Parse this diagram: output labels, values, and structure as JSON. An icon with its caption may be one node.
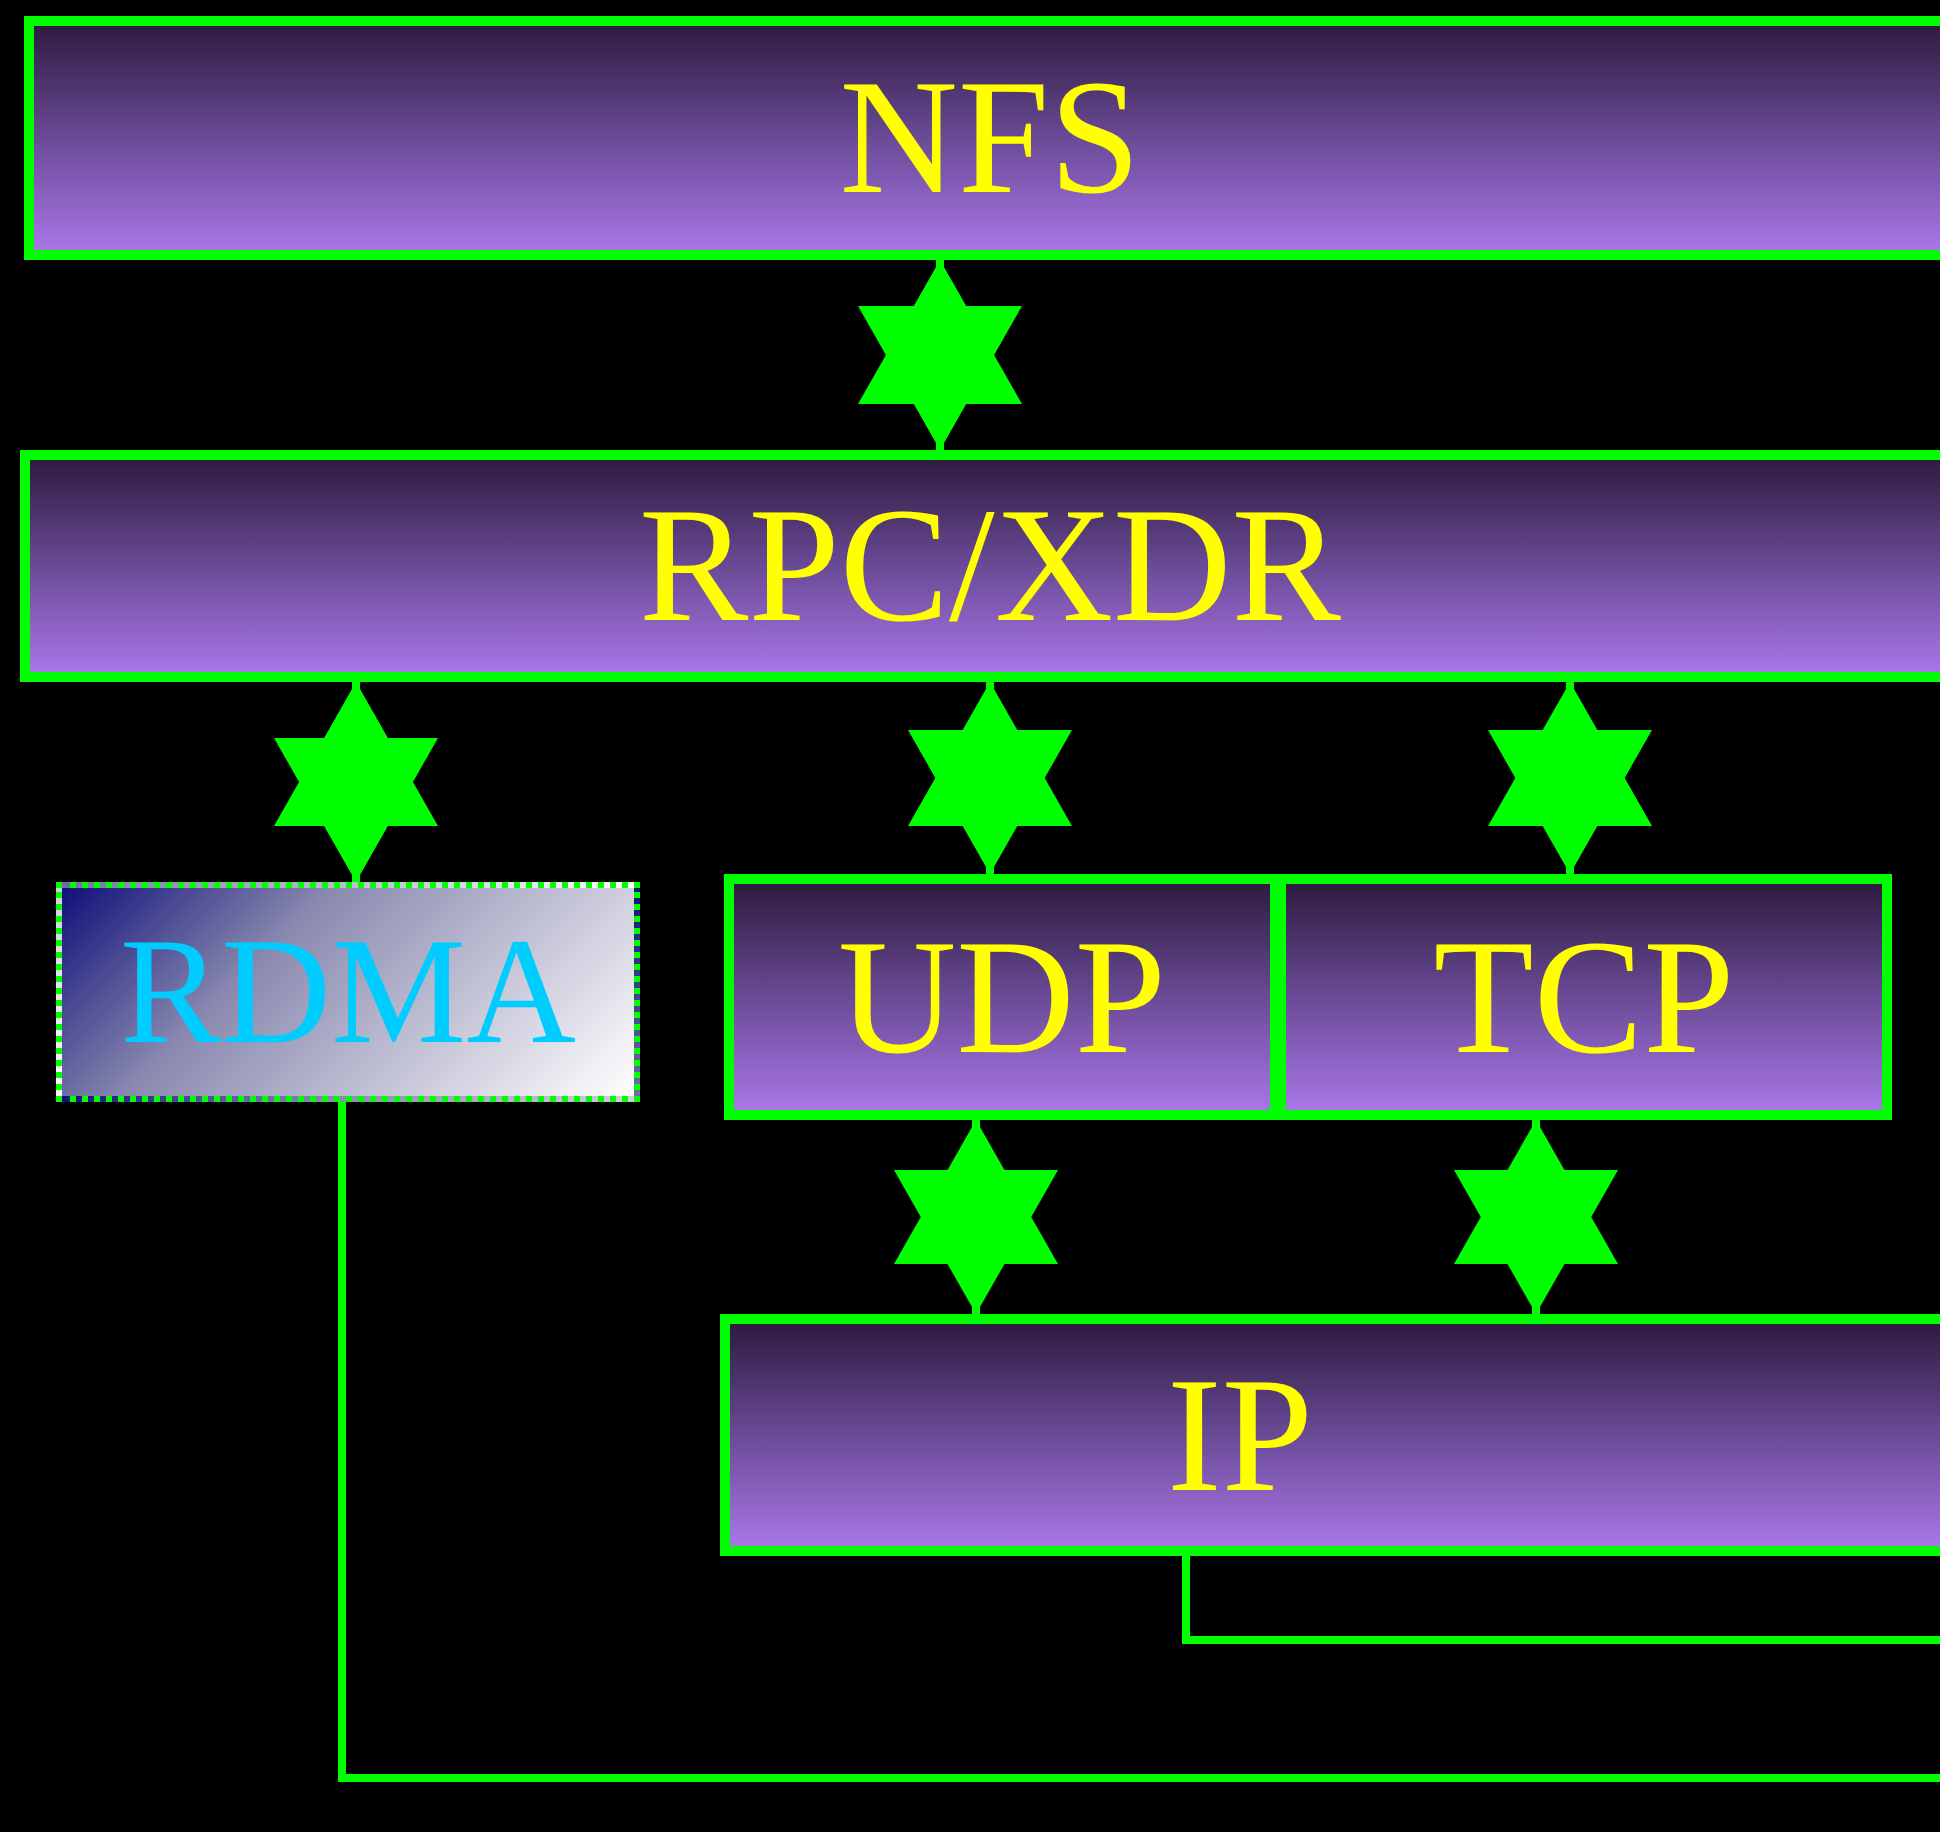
{
  "diagram": {
    "nodes": [
      {
        "text": [
          "NFS"
        ]
      },
      {
        "text": [
          "RPC/XDR"
        ]
      },
      {
        "text": [
          "RDMA"
        ]
      },
      {
        "text": [
          "UDP"
        ]
      },
      {
        "text": [
          "TCP"
        ]
      },
      {
        "text": [
          "IP"
        ]
      }
    ],
    "edges": [
      {
        "from": 0,
        "to": 1,
        "arrow": "both"
      },
      {
        "from": 1,
        "to": 2,
        "arrow": "both"
      },
      {
        "from": 1,
        "to": 3,
        "arrow": "both"
      },
      {
        "from": 1,
        "to": 4,
        "arrow": "both"
      },
      {
        "from": 3,
        "to": 5,
        "arrow": "both"
      },
      {
        "from": 4,
        "to": 5,
        "arrow": "both"
      },
      {
        "from": 2,
        "to": null,
        "arrow": "none"
      },
      {
        "from": 5,
        "to": null,
        "arrow": "none"
      }
    ]
  }
}
